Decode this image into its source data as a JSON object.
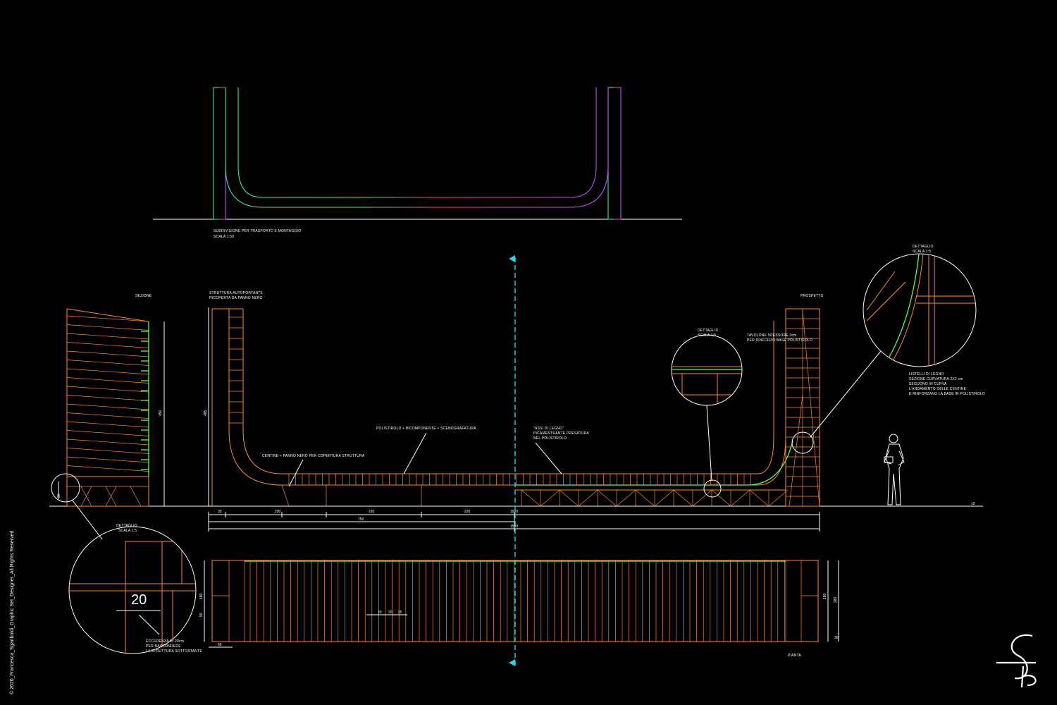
{
  "colors": {
    "background": "#000000",
    "timber": "#ff8a2a",
    "curve_finish": "#5dff3a",
    "line": "#ffffff",
    "axis": "#22d8e6",
    "top_gradient": [
      "#2fe6b0",
      "#2ff07a",
      "#ff3a86",
      "#c04cff"
    ]
  },
  "icons": [
    "person-silhouette-icon",
    "signature-logo",
    "section-arrow-icon"
  ],
  "top_view": {
    "caption_line1": "SUDDIVISIONE PER TRASPORTO E MONTAGGIO",
    "caption_line2": "SCALA 1:50"
  },
  "main_view": {
    "sezione_label": "SEZIONE",
    "prospetto_label": "PROSPETTO",
    "struttura_line1": "STRUTTURA AUTOPORTANTE",
    "struttura_line2": "RICOPERTA DA PANNO NERO",
    "centine_label": "CENTINE + PANNO NERO PER COPERTURA STRUTTURA",
    "polistirolo_label": "POLISTIROLO + BICOMPONENTE + SCENOGRAFATURA",
    "assi_line1": "\"ASSI DI LEGNO\"",
    "assi_line2": "PICAMENTRANTE PRESATURA",
    "assi_line3": "NEL POLISTIROLO",
    "tavolone_line1": "TAVOLONE SPESSORE 3cm",
    "tavolone_line2": "PER RINFORZO BASE POLISTIROLO",
    "dettaglio_label": "DETTAGLIO",
    "scala_15": "SCALA 1:5",
    "listelli_line1": "LISTELLI DI LEGNO",
    "listelli_line2": "SEZIONE CURVATURA 2X2 cm",
    "listelli_line3": "SEGUONO IN CURVA",
    "listelli_line4": "L'ANDAMENTO DELLE CENTINE",
    "listelli_line5": "E RINFORZANO LA BASE IN POLISTIROLO",
    "dim_height_left": "450",
    "dim_height_right": "485",
    "dim_30": "30",
    "dim_200": "200",
    "dim_220a": "220",
    "dim_220b": "220",
    "dim_1500a": "1500",
    "dim_750": "750",
    "dim_1500b": "1500",
    "ground_label": "±0",
    "dim_bottom_left": "30"
  },
  "detail_bottom": {
    "dettaglio_label": "DETTAGLIO",
    "scala_label": "SCALA 1:5",
    "value_20": "20",
    "note_line1": "ECCEDENZA DI 20cm",
    "note_line2": "PER NASCONDERE",
    "note_line3": "LA STRUTTURA SOTTOSTANTE"
  },
  "plan_view": {
    "pianta_label": "PIANTA",
    "dim_180": "180",
    "dim_90": "90",
    "dim_280": "280",
    "dim_180r": "180",
    "dim_50": "50",
    "dim_30b": "30",
    "dim_30a": "30",
    "dim_20": "20",
    "dim_25": "25"
  },
  "copyright": "© 2020_Francesca_Sgariboldi_Graphic Set_Designer_All Rights Reserved"
}
